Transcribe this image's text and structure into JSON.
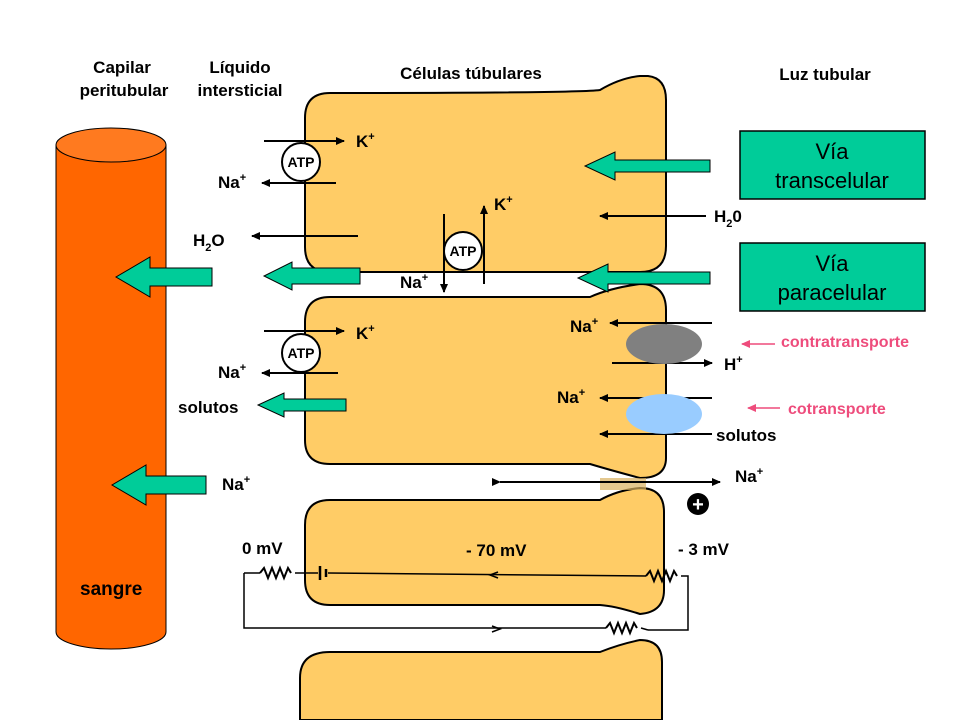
{
  "headers": {
    "capillary_line1": "Capilar",
    "capillary_line2": "peritubular",
    "interstitial_line1": "Líquido",
    "interstitial_line2": "intersticial",
    "cells": "Células túbulares",
    "lumen": "Luz tubular"
  },
  "boxes": {
    "transcellular_line1": "Vía",
    "transcellular_line2": "transcelular",
    "paracellular_line1": "Vía",
    "paracellular_line2": "paracelular"
  },
  "ions": {
    "k": "K",
    "k_sup": "+",
    "na": "Na",
    "na_sup": "+",
    "h": "H",
    "h_sup": "+",
    "h2o_left_main": "H",
    "h2o_left_sub": "2",
    "h2o_left_end": "O",
    "h2o_right_main": "H",
    "h2o_right_sub": "2",
    "h2o_right_end": "0",
    "solutes": "solutos"
  },
  "atp": "ATP",
  "transporters": {
    "antiport": "contratransporte",
    "symport": "cotransporte"
  },
  "voltages": {
    "blood": "0 mV",
    "cell": "- 70 mV",
    "lumen": "- 3 mV"
  },
  "blood": "sangre",
  "plus_sign": "+",
  "colors": {
    "vessel": "#ff6600",
    "cell": "#ffcc66",
    "green_arrow": "#00cc99",
    "green_box": "#00cc99",
    "antiporter": "#808080",
    "symporter": "#99ccff",
    "pink_label": "#ee4c7c"
  }
}
